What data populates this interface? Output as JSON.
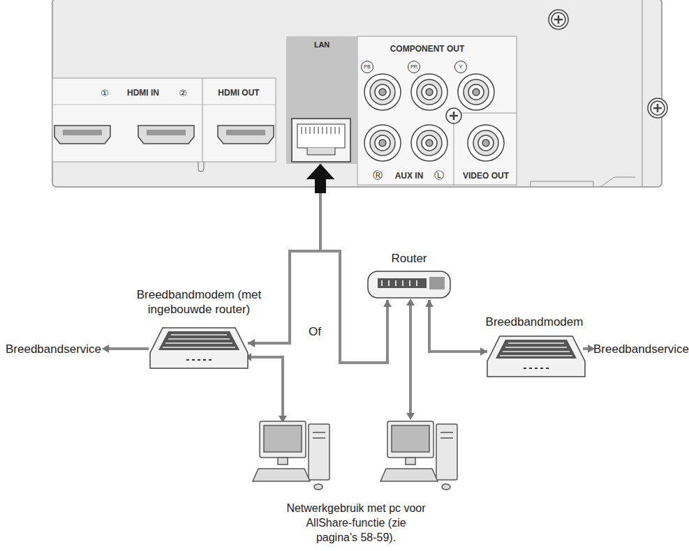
{
  "diagram": {
    "nodes": [
      {
        "text": [
          "LAN"
        ]
      },
      {
        "text": [
          "Breedbandmodem (met ingebouwde router)"
        ]
      },
      {
        "text": [
          "Router"
        ]
      },
      {
        "text": [
          "Breedbandmodem"
        ]
      }
    ],
    "edges": [
      {
        "from": 1,
        "to": 0,
        "arrow": "both"
      },
      {
        "from": 2,
        "to": 0,
        "arrow": "both"
      },
      {
        "from": 2,
        "to": 3,
        "arrow": "both"
      }
    ],
    "labels": [
      "①",
      "HDMI IN",
      "②",
      "HDMI OUT",
      "COMPONENT OUT",
      "PB",
      "PR",
      "Y",
      "Ⓡ",
      "AUX IN",
      "Ⓛ",
      "VIDEO OUT",
      "Of",
      "Breedbandservice",
      "Breedbandservice",
      "Netwerkgebruik met pc voor AllShare-functie (zie pagina's 58-59)."
    ]
  }
}
